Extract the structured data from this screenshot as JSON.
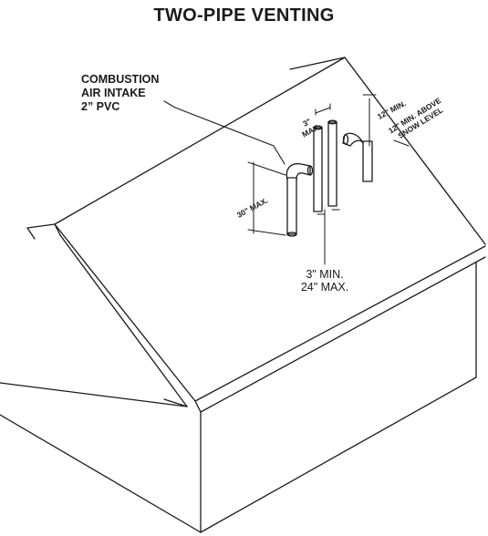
{
  "title": "TWO-PIPE VENTING",
  "intake_label": {
    "line1": "COMBUSTION",
    "line2": "AIR INTAKE",
    "line3": "2” PVC"
  },
  "spacing_label": {
    "line1": "3\" MIN.",
    "line2": "24\" MAX."
  },
  "dimensions": {
    "vertical_max": "30\" MAX.",
    "pipe_gap_max": "3\"\nMAX.",
    "exhaust_height_min": "12\" MIN.",
    "snow_line1": "12\" MIN. ABOVE",
    "snow_line2": "SNOW LEVEL"
  },
  "colors": {
    "line": "#1a1a1a",
    "background": "#ffffff"
  }
}
